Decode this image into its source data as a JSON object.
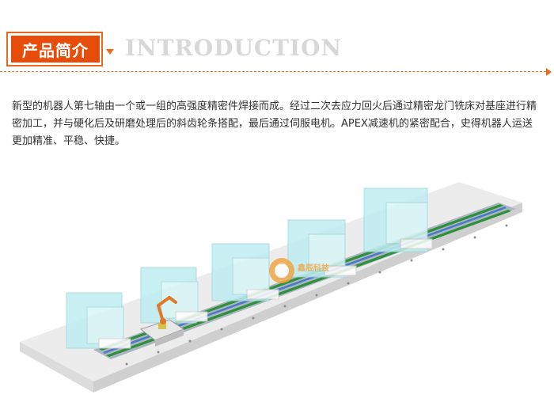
{
  "header": {
    "title_cn": "产品简介",
    "title_en": "INTRODUCTION"
  },
  "intro_paragraph": "新型的机器人第七轴由一个或一组的高强度精密件焊接而成。经过二次去应力回火后通过精密龙门铣床对基座进行精密加工，并与硬化后及研磨处理后的斜齿轮条搭配，最后通过伺服电机。APEX减速机的紧密配合，史得机器人运送更加精准、平稳、快捷。",
  "watermark": "鑫辰科技",
  "colors": {
    "accent": "#e64d0a",
    "heading_gray": "#d8d8d8",
    "rail_green": "#2f8f3a",
    "workstation": "#bfeef2"
  },
  "icons": [
    "arrow-down-icon",
    "arrow-right-icon",
    "company-logo-icon",
    "robot-arm-icon"
  ]
}
